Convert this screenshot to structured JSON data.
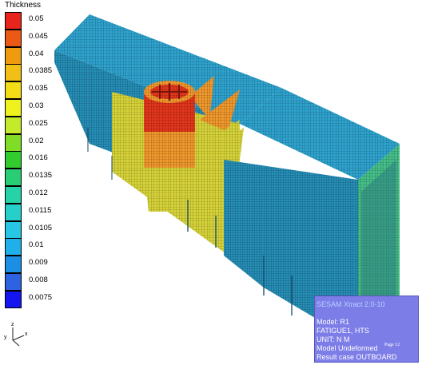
{
  "legend": {
    "title": "Thickness",
    "entries": [
      {
        "label": "0.05",
        "color": "#e8251c"
      },
      {
        "label": "0.045",
        "color": "#ea5a14"
      },
      {
        "label": "0.04",
        "color": "#f09a0f"
      },
      {
        "label": "0.0385",
        "color": "#f2bf16"
      },
      {
        "label": "0.035",
        "color": "#f4dc17"
      },
      {
        "label": "0.03",
        "color": "#eff21c"
      },
      {
        "label": "0.025",
        "color": "#c3ea2b"
      },
      {
        "label": "0.02",
        "color": "#7fdd27"
      },
      {
        "label": "0.016",
        "color": "#33cc2f"
      },
      {
        "label": "0.0135",
        "color": "#28cd74"
      },
      {
        "label": "0.012",
        "color": "#25d3a7"
      },
      {
        "label": "0.0115",
        "color": "#27cfcb"
      },
      {
        "label": "0.0105",
        "color": "#27c7e4"
      },
      {
        "label": "0.01",
        "color": "#1fb0ec"
      },
      {
        "label": "0.009",
        "color": "#1b8fe6"
      },
      {
        "label": "0.008",
        "color": "#2d63e1"
      },
      {
        "label": "0.0075",
        "color": "#1515ef"
      }
    ]
  },
  "axes": {
    "x": "x",
    "y": "y",
    "z": "z"
  },
  "info": {
    "title": "SESAM Xtract 2.0-10",
    "model": "Model: R1",
    "fatigue": "FATIGUE1, HTS",
    "unit": "UNIT: N M",
    "undeformed": "Model Undeformed",
    "page": "Page 12",
    "result": "Result case OUTBOARD"
  }
}
